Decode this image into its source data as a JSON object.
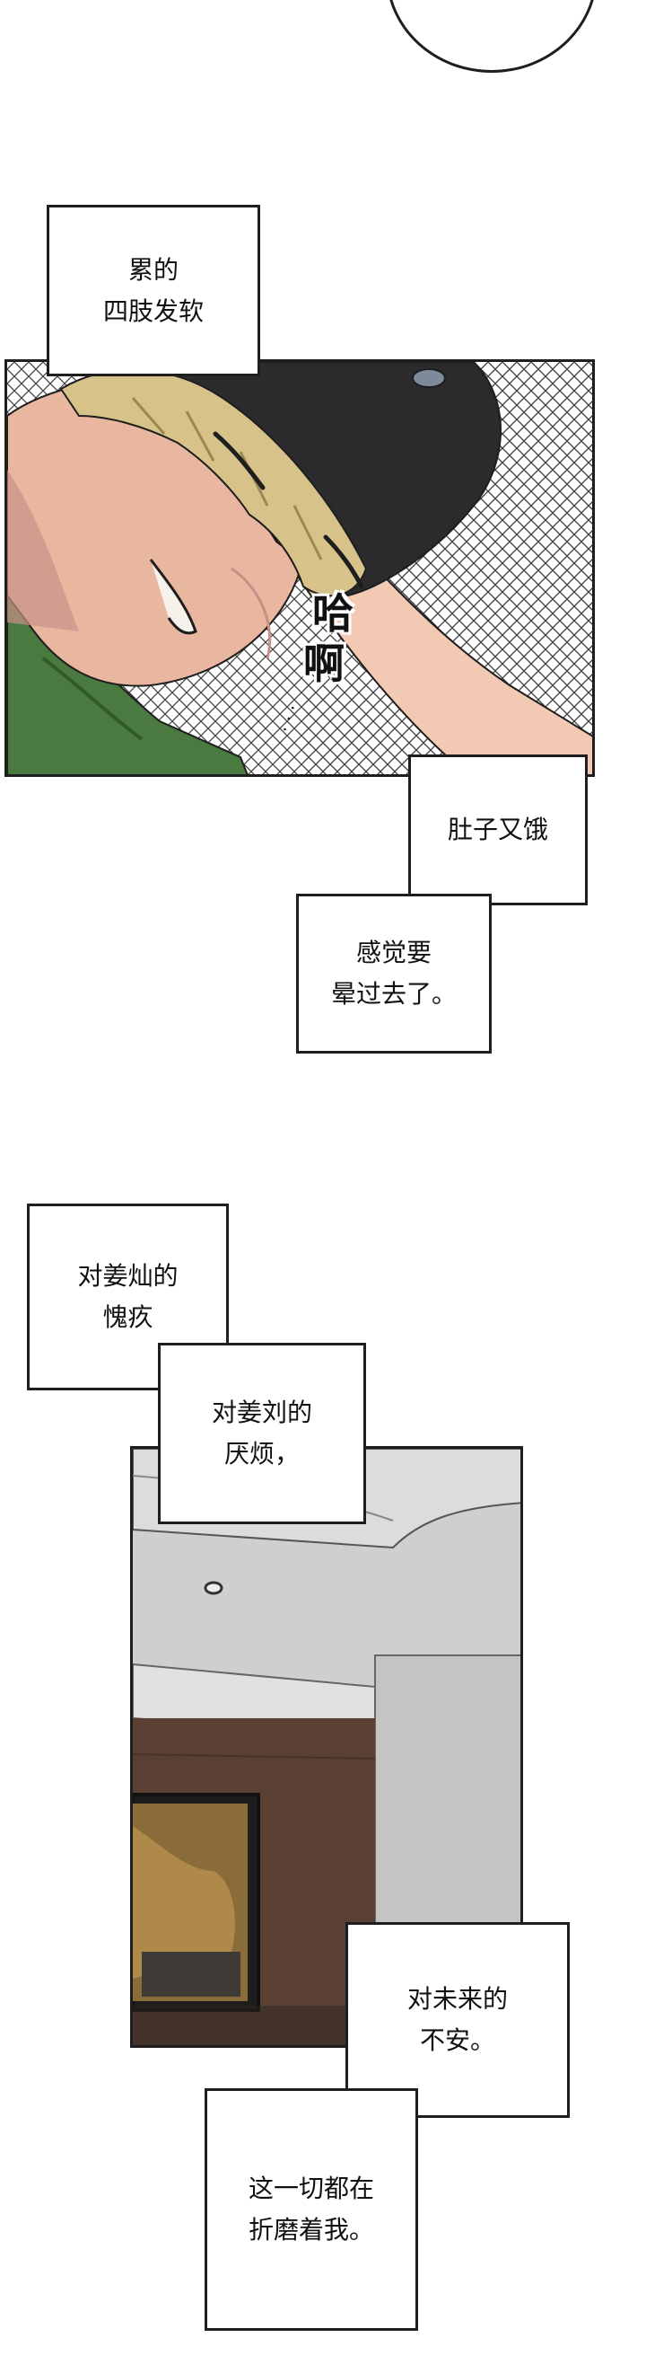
{
  "captions": {
    "tired_limbs": "累的\n四肢发软",
    "hungry": "肚子又饿",
    "faint": "感觉要\n晕过去了。",
    "guilt_jiangcan": "对姜灿的\n愧疚",
    "annoyed_jiangliu": "对姜刘的\n厌烦，",
    "future_anxiety": "对未来的\n不安。",
    "torturing_me": "这一切都在\n折磨着我。"
  },
  "sfx": {
    "ha": "哈",
    "a": "啊",
    "dots": "· · ·"
  },
  "colors": {
    "skin": "#e9b7a0",
    "skin_shadow": "#c79086",
    "hair": "#d7c38a",
    "cap": "#2b2b2d",
    "shirt": "#4a7a40",
    "room_wall": "#cfcfcd",
    "room_wood": "#5b4133"
  }
}
